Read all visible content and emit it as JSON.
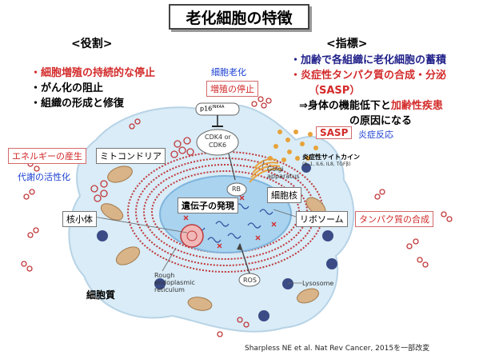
{
  "title": "老化細胞の特徴",
  "role": {
    "header": "<役割>",
    "items": [
      "・細胞増殖の持続的な停止",
      "・がん化の阻止",
      "・組織の形成と修復"
    ]
  },
  "indicator": {
    "header": "<指標>",
    "line1": "・加齢で各組織に老化細胞の蓄積",
    "line2": "・炎症性タンパク質の合成・分泌",
    "line3": "（SASP）",
    "line4a": "⇒身体の機能低下と",
    "line4b": "加齢性疾患",
    "line5": "の原因になる"
  },
  "labels": {
    "senescence": "細胞老化",
    "growth_arrest": "増殖の停止",
    "p16": "p16",
    "p16_sup": "INK4A",
    "cdk_line1": "CDK4 or",
    "cdk_line2": "CDK6",
    "rb": "RB",
    "energy": "エネルギーの産生",
    "mitochondria": "ミトコンドリア",
    "metabolism": "代謝の活性化",
    "sasp": "SASP",
    "inflammation": "炎症反応",
    "cytokine": "炎症性サイトカイン",
    "cytokine_sub": "(IL-1, IL6, IL8, TGFβ)",
    "golgi_line1": "Golgi",
    "golgi_line2": "apparatus",
    "nucleus": "細胞核",
    "gene_expression": "遺伝子の発現",
    "nucleolus": "核小体",
    "ribosome": "リボソーム",
    "protein_synthesis": "タンパク質の合成",
    "rough_er_line1": "Rough",
    "rough_er_line2": "endoplasmic",
    "rough_er_line3": "reticulum",
    "ros": "ROS",
    "lysosome": "Lysosome",
    "cytoplasm": "細胞質"
  },
  "citation": "Sharpless NE et al. Nat Rev Cancer, 2015を一部改変",
  "colors": {
    "accent_red": "#d32a2a",
    "navy": "#1f1f8a",
    "blue": "#1a3fd1",
    "cell_fill": "#d9ecf7",
    "nucleus_fill": "#a9d3ef",
    "er_red": "#c0393b",
    "mito_fill": "#d8b488",
    "lysosome_fill": "#3a4b86"
  }
}
